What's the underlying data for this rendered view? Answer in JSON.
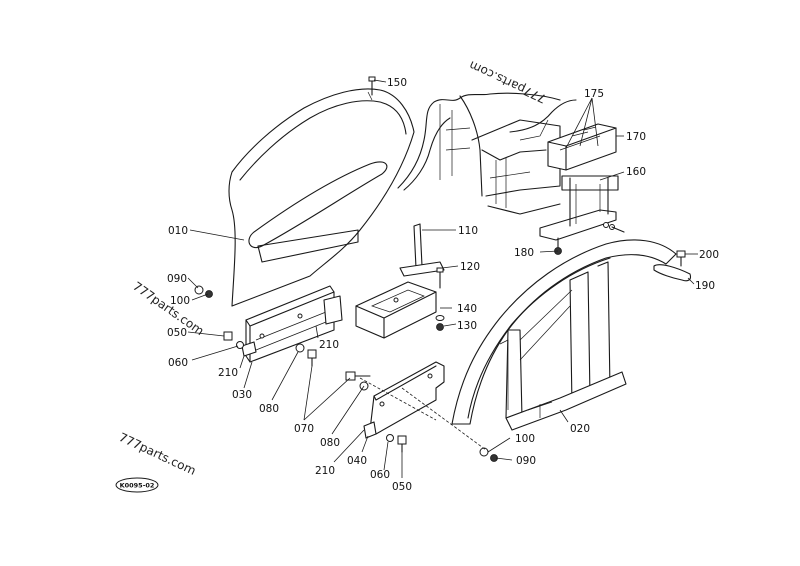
{
  "watermarks": [
    "777parts.com",
    "777parts.com",
    "777parts.com"
  ],
  "drawing_code": "K0095-02",
  "labels": {
    "p150": "150",
    "p175": "175",
    "p170": "170",
    "p160": "160",
    "p010": "010",
    "p110": "110",
    "p120": "120",
    "p180": "180",
    "p200": "200",
    "p190": "190",
    "p090a": "090",
    "p100a": "100",
    "p050a": "050",
    "p060a": "060",
    "p210a": "210",
    "p210b": "210",
    "p030": "030",
    "p080a": "080",
    "p070": "070",
    "p140": "140",
    "p130": "130",
    "p080b": "080",
    "p210c": "210",
    "p040": "040",
    "p060b": "060",
    "p050b": "050",
    "p100b": "100",
    "p090b": "090",
    "p020": "020"
  }
}
